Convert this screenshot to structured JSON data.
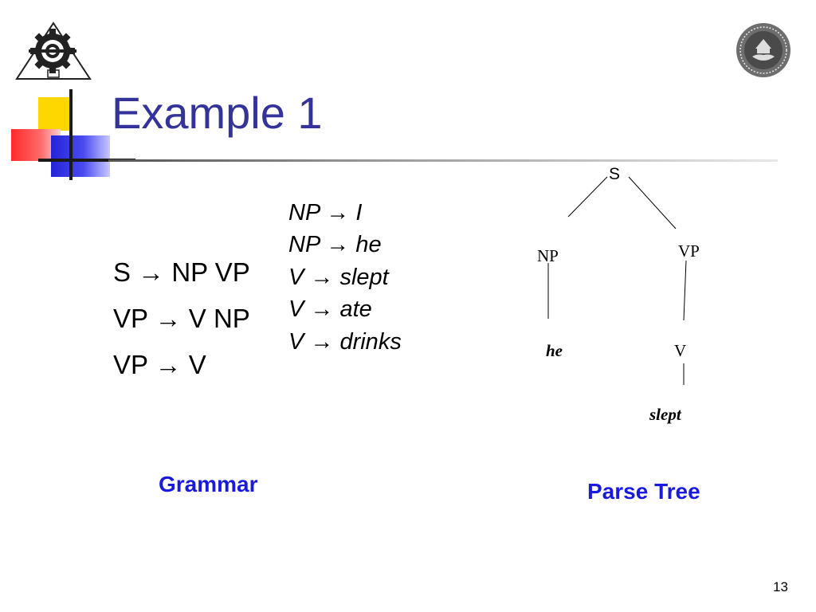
{
  "slide": {
    "title": "Example 1",
    "page_number": "13"
  },
  "grammar": {
    "rules": [
      "S → NP VP",
      "VP → V NP",
      "VP → V"
    ],
    "lexicon": [
      "NP → I",
      "NP → he",
      "V → slept",
      "V → ate",
      "V → drinks"
    ],
    "caption": "Grammar"
  },
  "tree": {
    "root": "S",
    "np": "NP",
    "vp": "VP",
    "np_leaf": "he",
    "v": "V",
    "v_leaf": "slept",
    "caption": "Parse Tree"
  },
  "colors": {
    "title": "#333399",
    "caption": "#1a1adf",
    "accent_yellow": "#ffd700",
    "accent_red": "#ff2a2a",
    "accent_blue": "#2424d8"
  },
  "logos": {
    "left": "gear-emblem-logo",
    "right": "university-seal-logo"
  }
}
